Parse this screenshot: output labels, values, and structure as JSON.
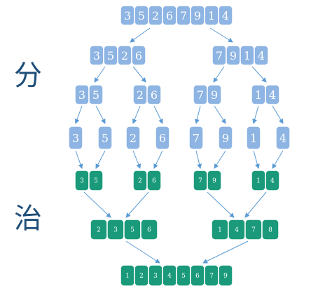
{
  "labels": {
    "divide": "分",
    "conquer": "治"
  },
  "colors": {
    "split_box": "#8db4e2",
    "merge_box": "#1a9a7a",
    "arrow": "#5b9bd5",
    "label": "#1f4e79"
  },
  "split_levels": [
    [
      "3",
      "5",
      "2",
      "6",
      "7",
      "9",
      "1",
      "4"
    ],
    [
      "3",
      "5",
      "2",
      "6"
    ],
    [
      "7",
      "9",
      "1",
      "4"
    ],
    [
      "3",
      "5"
    ],
    [
      "2",
      "6"
    ],
    [
      "7",
      "9"
    ],
    [
      "1",
      "4"
    ]
  ],
  "singles": [
    "3",
    "5",
    "2",
    "6",
    "7",
    "9",
    "1",
    "4"
  ],
  "merge_pairs": [
    [
      "3",
      "5"
    ],
    [
      "2",
      "6"
    ],
    [
      "7",
      "9"
    ],
    [
      "1",
      "4"
    ]
  ],
  "merge_quads": [
    [
      "2",
      "3",
      "5",
      "6"
    ],
    [
      "1",
      "4",
      "7",
      "8"
    ]
  ],
  "final": [
    "1",
    "2",
    "3",
    "4",
    "5",
    "6",
    "7",
    "9"
  ]
}
